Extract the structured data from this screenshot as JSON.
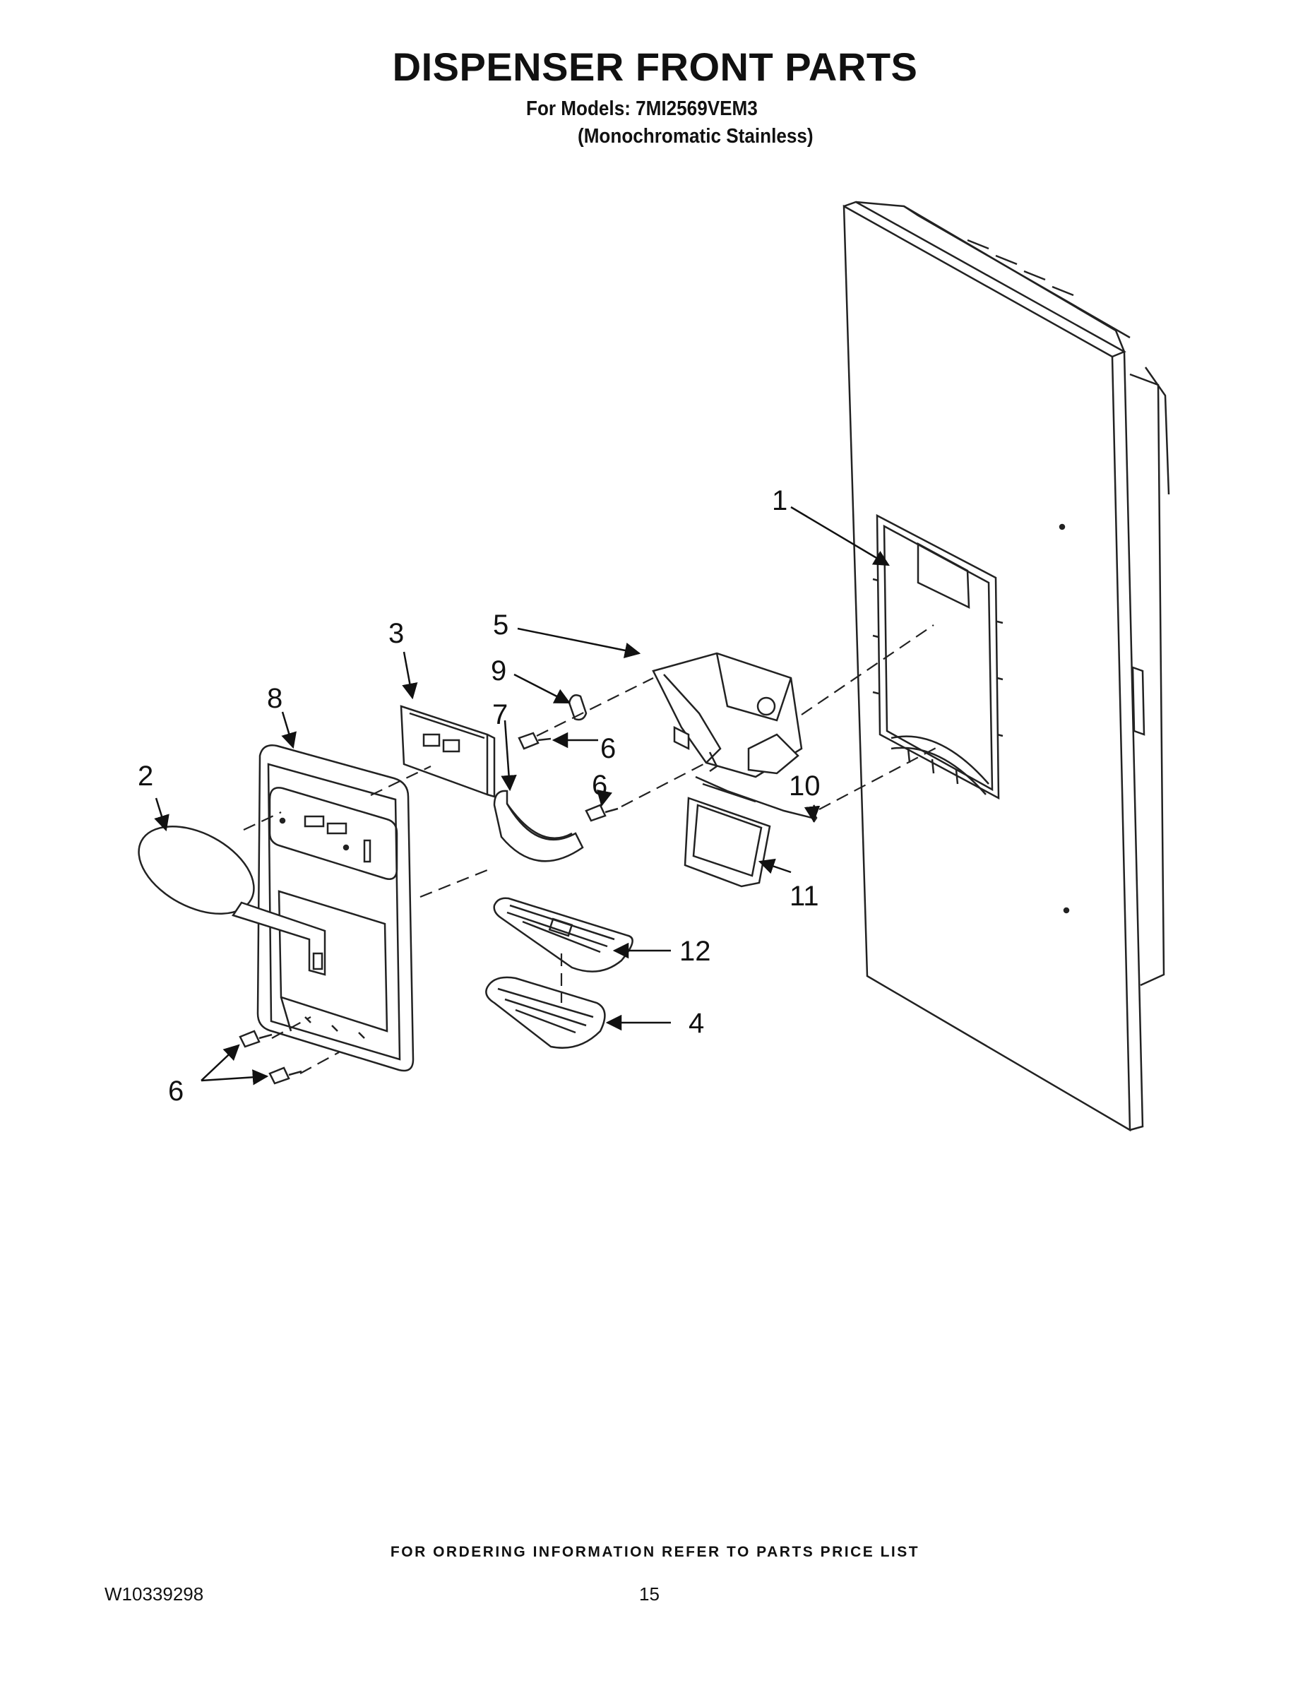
{
  "header": {
    "title": "DISPENSER FRONT PARTS",
    "models_line": "For Models: 7MI2569VEM3",
    "finish_line": "(Monochromatic Stainless)"
  },
  "callouts": {
    "c1": "1",
    "c2": "2",
    "c3": "3",
    "c4": "4",
    "c5": "5",
    "c6a": "6",
    "c6b": "6",
    "c6c": "6",
    "c7": "7",
    "c8": "8",
    "c9": "9",
    "c10": "10",
    "c11": "11",
    "c12": "12"
  },
  "footer": {
    "ordering_note": "FOR ORDERING INFORMATION REFER TO PARTS PRICE LIST",
    "doc_number": "W10339298",
    "page_number": "15"
  }
}
